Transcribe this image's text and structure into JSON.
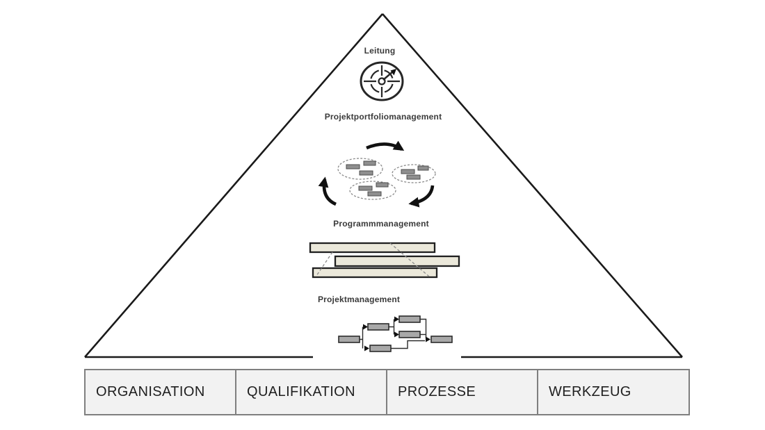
{
  "pyramid": {
    "items": [
      {
        "type": "label",
        "text": "Leitung"
      },
      {
        "type": "icon",
        "name": "target-dart-icon"
      },
      {
        "type": "label",
        "text": "Projektportfoliomanagement"
      },
      {
        "type": "icon",
        "name": "program-cycle-icon"
      },
      {
        "type": "label",
        "text": "Programmmanagement"
      },
      {
        "type": "icon",
        "name": "gantt-bars-icon"
      },
      {
        "type": "label",
        "text": "Projektmanagement"
      },
      {
        "type": "icon",
        "name": "network-plan-icon"
      }
    ]
  },
  "foundation": {
    "boxes": [
      {
        "label": "ORGANISATION"
      },
      {
        "label": "QUALIFIKATION"
      },
      {
        "label": "PROZESSE"
      },
      {
        "label": "WERKZEUG"
      }
    ]
  },
  "colors": {
    "line": "#1a1a1a",
    "label_text": "#3a3a3a",
    "foundation_box_fill": "#f2f2f2",
    "foundation_box_border": "#7f7f7f",
    "foundation_text": "#1f1f1f",
    "gantt_bar_fill": "#ebe8da",
    "node_fill": "#a8a8a8",
    "mini_bar_fill": "#8f8f8f",
    "dashed_gray": "#8a8a8a"
  }
}
